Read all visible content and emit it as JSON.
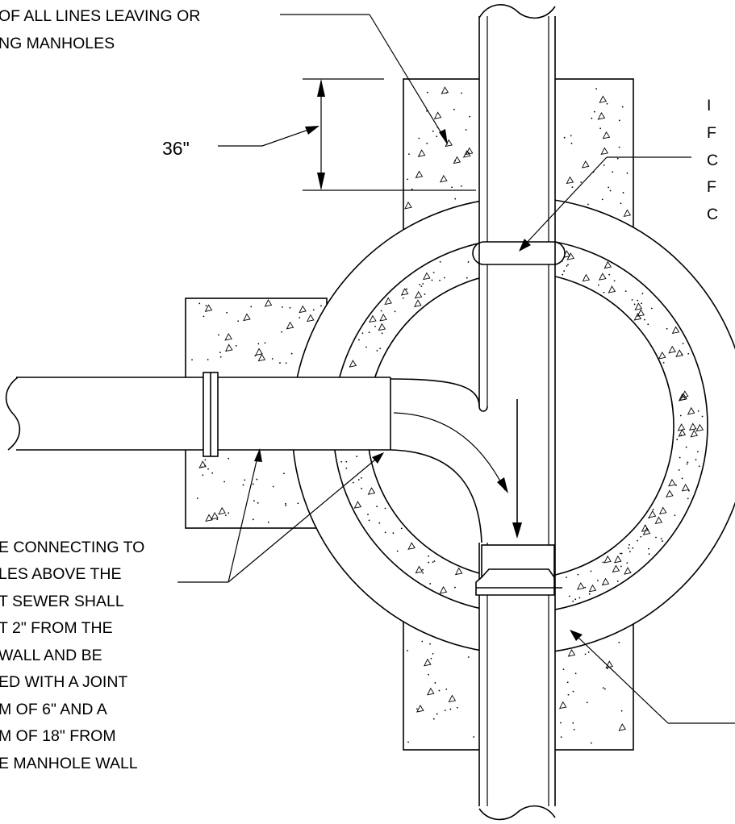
{
  "notes": {
    "top_left": [
      "OF ALL LINES LEAVING OR",
      "NG MANHOLES"
    ],
    "dimension": "36\"",
    "right_partial": [
      "I",
      "F",
      "C",
      "F",
      "C"
    ],
    "left_block": [
      "E CONNECTING TO",
      "LES ABOVE THE",
      "T SEWER SHALL",
      "T 2\" FROM THE",
      "WALL AND BE",
      "ED WITH A JOINT",
      "M OF 6\" AND A",
      "M OF 18\" FROM",
      "E MANHOLE WALL"
    ]
  }
}
